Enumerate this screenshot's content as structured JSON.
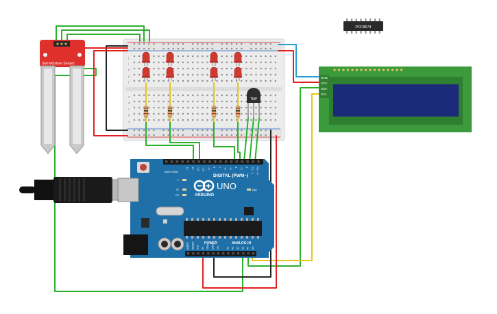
{
  "colors": {
    "breadboard": "#ececec",
    "board": "#1f6fa8",
    "sensor": "#e0302b",
    "lcd_pcb": "#3a9a3c",
    "lcd_screen": "#1c2a7a",
    "wire_green": "#2bb02b",
    "wire_red": "#e02020",
    "wire_black": "#222222",
    "wire_yellow": "#e8c51a",
    "wire_blue": "#2a9fd6",
    "led_red": "#cf3a30"
  },
  "sensor": {
    "label": "Soil Moisture Sensor"
  },
  "expander": {
    "label": "PCF8574"
  },
  "temp_sensor": {
    "label": "TMP"
  },
  "lcd": {
    "pins": [
      "GND",
      "VCC",
      "SDA",
      "SCL"
    ]
  },
  "arduino": {
    "brand": "ARDUINO",
    "model": "UNO",
    "digital_label": "DIGITAL (PWM~)",
    "power_label": "POWER",
    "analog_label": "ANALOG IN",
    "on_label": "ON",
    "tx_label": "TX",
    "rx_label": "RX",
    "l_label": "L",
    "aref_label": "AREF",
    "gnd_label": "GND",
    "digital_pins": [
      "13",
      "12",
      "~11",
      "~10",
      "~9",
      "8",
      "7",
      "~6",
      "~5",
      "4",
      "~3",
      "2",
      "TX→1",
      "RX←0"
    ],
    "power_pins": [
      "IOREF",
      "RESET",
      "3.3V",
      "5V",
      "GND",
      "GND",
      "Vin"
    ],
    "analog_pins": [
      "A0",
      "A1",
      "A2",
      "A3",
      "A4",
      "A5"
    ]
  },
  "breadboard": {
    "row_letters_top": [
      "j",
      "i",
      "h",
      "g",
      "f"
    ],
    "row_letters_bottom": [
      "e",
      "d",
      "c",
      "b",
      "a"
    ]
  }
}
